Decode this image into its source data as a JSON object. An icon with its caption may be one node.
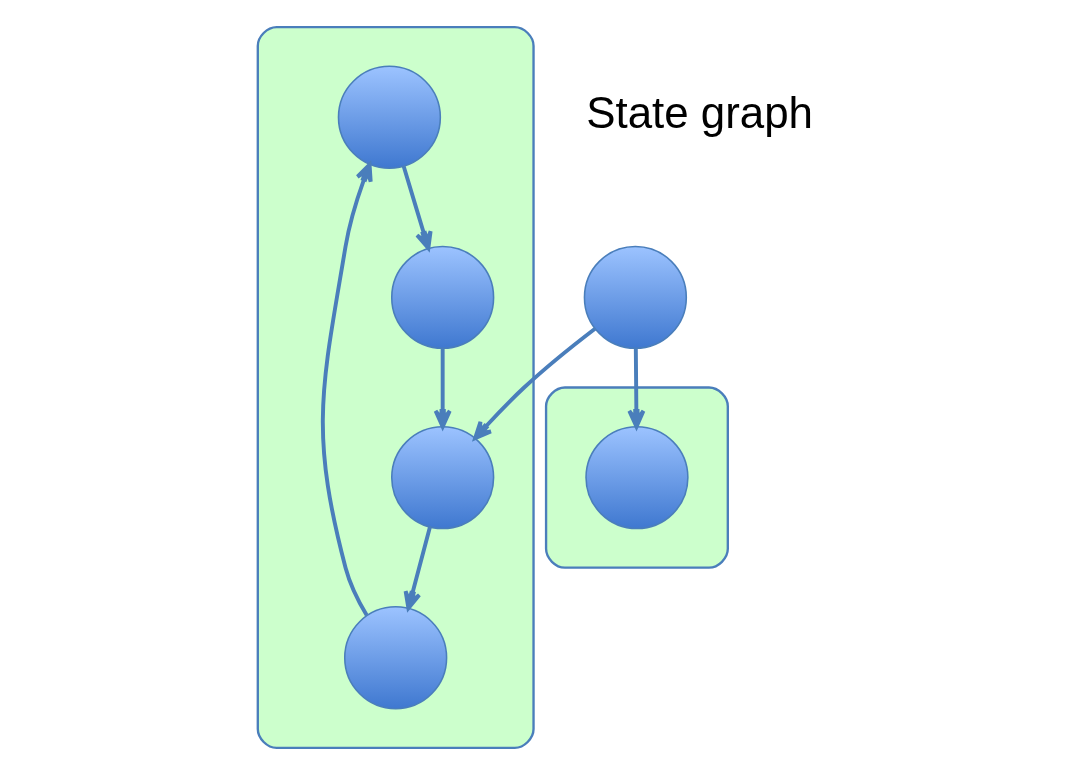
{
  "diagram": {
    "nodes": [
      {
        "text": [],
        "shape": "box"
      },
      {
        "text": [],
        "shape": "circle",
        "in": 0
      },
      {
        "text": [],
        "shape": "circle",
        "in": 0
      },
      {
        "text": [],
        "shape": "circle",
        "in": 0
      },
      {
        "text": [],
        "shape": "circle",
        "in": 0
      },
      {
        "text": [],
        "shape": "circle"
      },
      {
        "text": [],
        "shape": "box"
      },
      {
        "text": [],
        "shape": "circle",
        "in": 6
      }
    ],
    "edges": [
      {
        "from": 2,
        "to": 1,
        "arrow": "to"
      },
      {
        "from": 1,
        "to": 3,
        "arrow": "to"
      },
      {
        "from": 3,
        "to": 4,
        "arrow": "to"
      },
      {
        "from": 4,
        "to": 2,
        "arrow": "to"
      },
      {
        "from": 5,
        "to": 4,
        "arrow": "to"
      },
      {
        "from": 5,
        "to": 7,
        "arrow": "to"
      }
    ],
    "labels": [
      "State graph"
    ]
  }
}
